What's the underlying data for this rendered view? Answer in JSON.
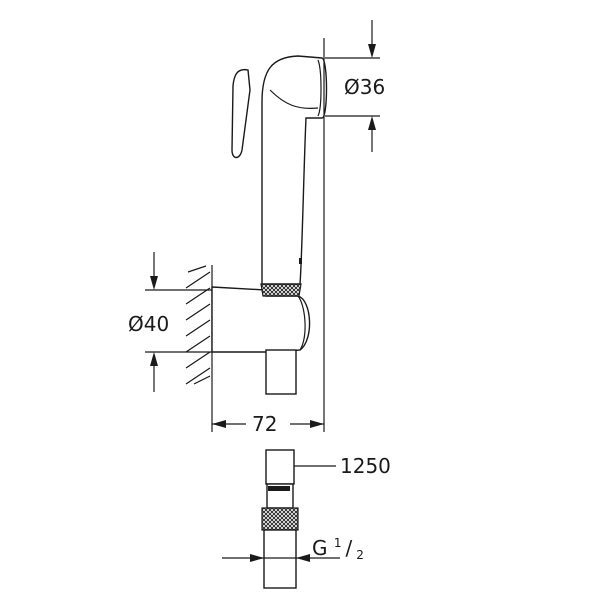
{
  "dimensions": {
    "head_diameter": "Ø36",
    "holder_diameter": "Ø40",
    "projection": "72",
    "hose_length": "1250",
    "thread_prefix": "G ",
    "thread_numerator": "1",
    "thread_denominator": "2"
  },
  "icons": {
    "wall_hatch": "wall-hatch-icon",
    "knurl": "knurled-nut-icon"
  },
  "colors": {
    "line": "#1a1a1a",
    "background": "#ffffff"
  }
}
